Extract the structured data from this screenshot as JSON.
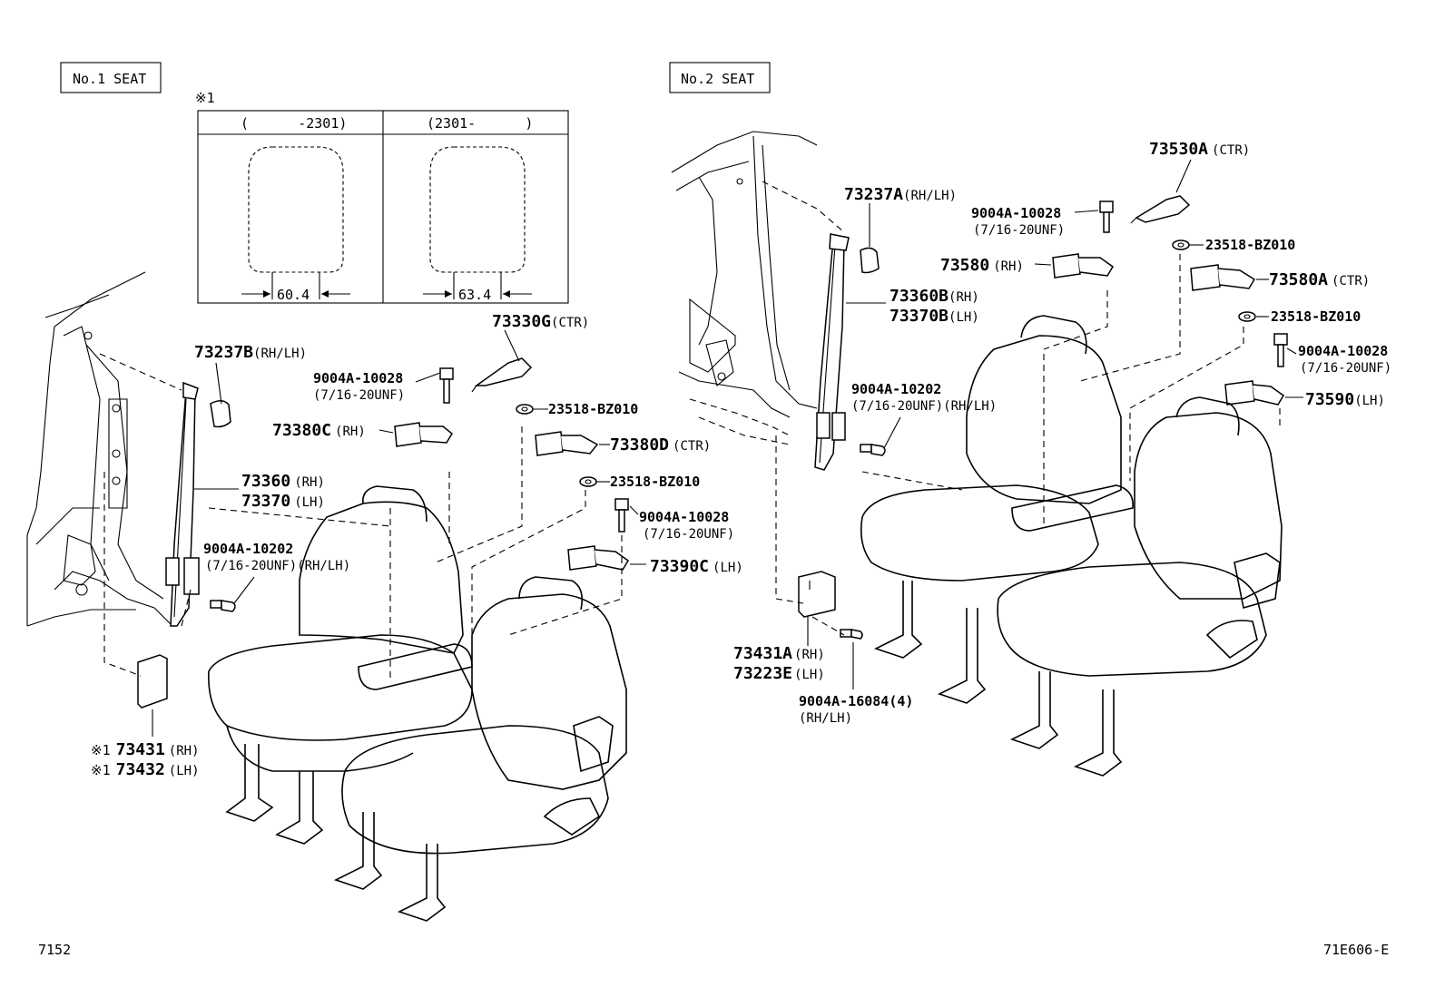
{
  "seat1": {
    "title": "No.1 SEAT",
    "note_mark": "※1",
    "table": {
      "col1_header": "(      -2301)",
      "col2_header": "(2301-      )",
      "col1_dim": "60.4",
      "col2_dim": "63.4"
    },
    "parts": {
      "p73237B": "73237B",
      "p73237B_q": "(RH/LH)",
      "p73330G": "73330G",
      "p73330G_q": "(CTR)",
      "bolt_a": "9004A-10028",
      "bolt_a_q": "(7/16-20UNF)",
      "washer_a": "23518-BZ010",
      "p73380C": "73380C",
      "p73380C_q": "(RH)",
      "p73380D": "73380D",
      "p73380D_q": "(CTR)",
      "washer_b": "23518-BZ010",
      "p73360": "73360",
      "p73360_q": "(RH)",
      "p73370": "73370",
      "p73370_q": "(LH)",
      "bolt_b": "9004A-10028",
      "bolt_b_q": "(7/16-20UNF)",
      "bolt_c": "9004A-10202",
      "bolt_c_q": "(7/16-20UNF)(RH/LH)",
      "p73390C": "73390C",
      "p73390C_q": "(LH)",
      "p73431": "73431",
      "p73431_q": "(RH)",
      "p73432": "73432",
      "p73432_q": "(LH)",
      "mark1": "※1",
      "mark2": "※1"
    }
  },
  "seat2": {
    "title": "No.2 SEAT",
    "parts": {
      "p73530A": "73530A",
      "p73530A_q": "(CTR)",
      "p73237A": "73237A",
      "p73237A_q": "(RH/LH)",
      "bolt_a": "9004A-10028",
      "bolt_a_q": "(7/16-20UNF)",
      "washer_a": "23518-BZ010",
      "p73580": "73580",
      "p73580_q": "(RH)",
      "p73580A": "73580A",
      "p73580A_q": "(CTR)",
      "p73360B": "73360B",
      "p73360B_q": "(RH)",
      "p73370B": "73370B",
      "p73370B_q": "(LH)",
      "washer_b": "23518-BZ010",
      "bolt_b": "9004A-10028",
      "bolt_b_q": "(7/16-20UNF)",
      "bolt_c": "9004A-10202",
      "bolt_c_q": "(7/16-20UNF)(RH/LH)",
      "p73590": "73590",
      "p73590_q": "(LH)",
      "p73431A": "73431A",
      "p73431A_q": "(RH)",
      "p73223E": "73223E",
      "p73223E_q": "(LH)",
      "bolt_d": "9004A-16084(4)",
      "bolt_d_q": "(RH/LH)"
    }
  },
  "footer": {
    "left_code": "7152",
    "right_code": "71E606-E"
  }
}
